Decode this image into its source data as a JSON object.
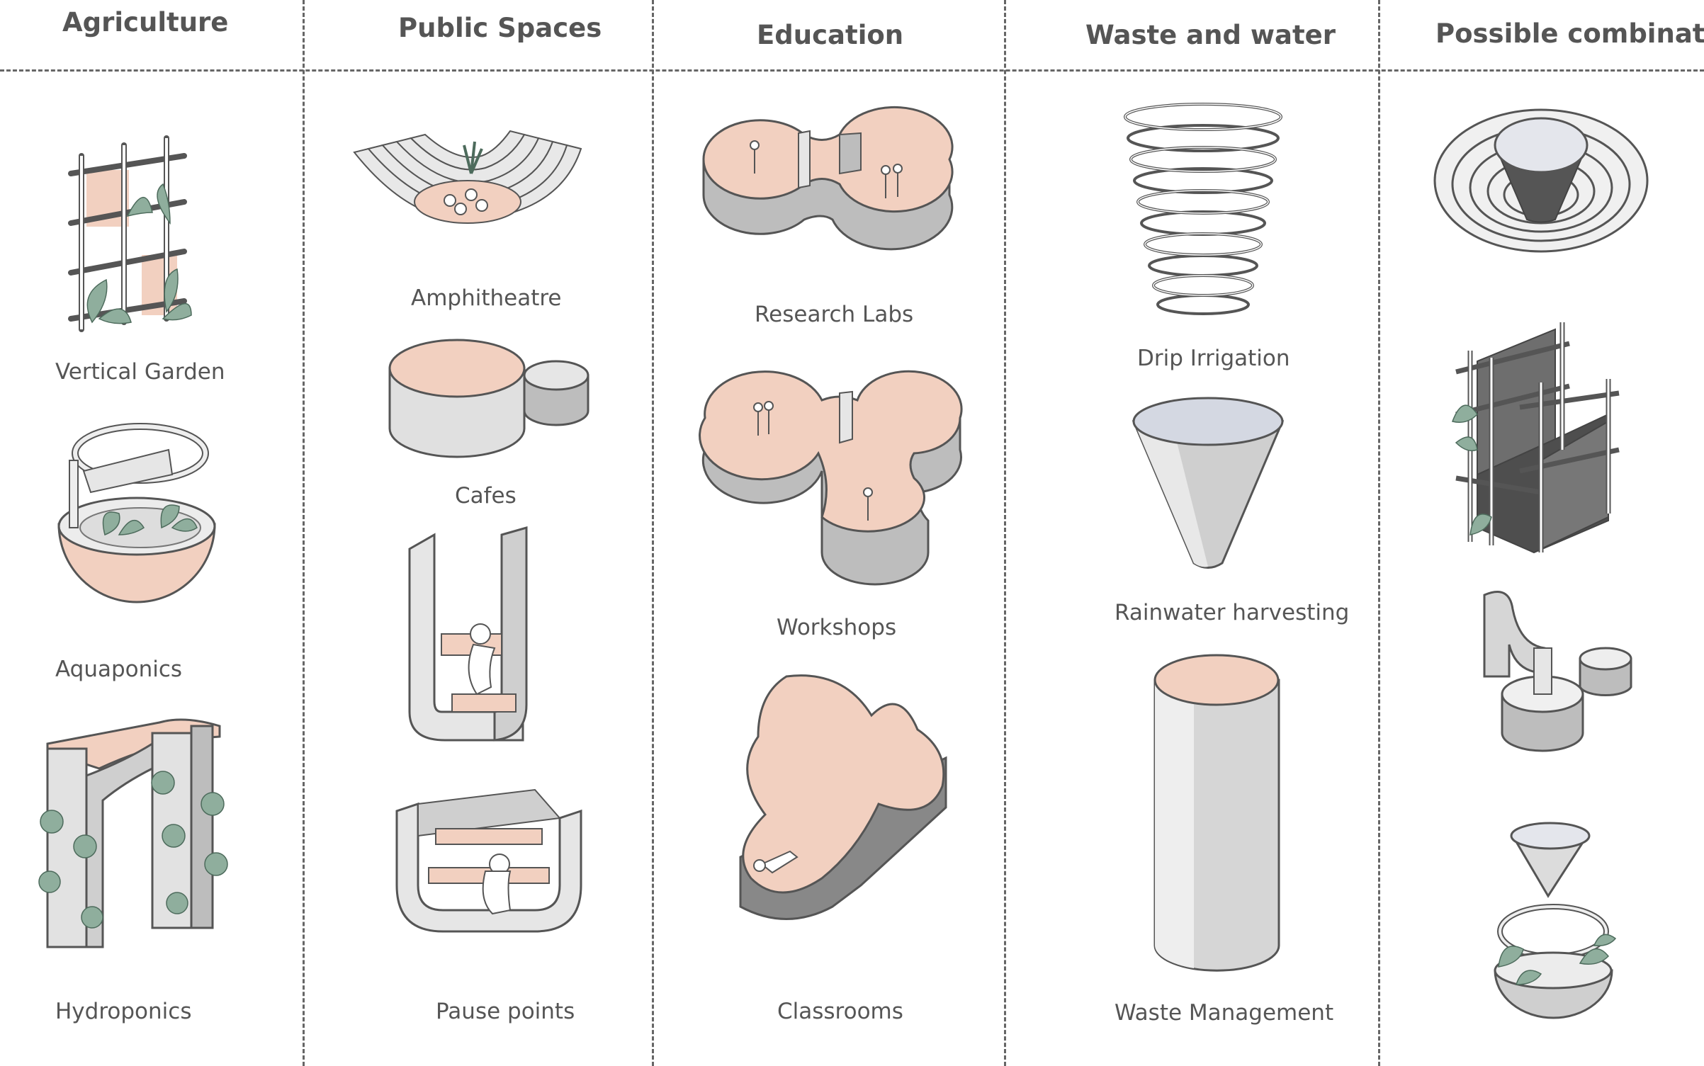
{
  "columns": [
    {
      "title": "Agriculture",
      "items": [
        "Vertical Garden",
        "Aquaponics",
        "Hydroponics"
      ]
    },
    {
      "title": "Public Spaces",
      "items": [
        "Amphitheatre",
        "Cafes",
        "Pause points"
      ]
    },
    {
      "title": "Education",
      "items": [
        "Research Labs",
        "Workshops",
        "Classrooms"
      ]
    },
    {
      "title": "Waste and water",
      "items": [
        "Drip Irrigation",
        "Rainwater harvesting",
        "Waste Management"
      ]
    },
    {
      "title": "Possible combinations",
      "items": []
    }
  ],
  "colors": {
    "peach": "#f2d0c0",
    "grey_light": "#ececec",
    "grey_mid": "#bdbdbd",
    "grey_dark": "#6e6e6e",
    "leaf": "#8fae9d",
    "line": "#555555"
  }
}
